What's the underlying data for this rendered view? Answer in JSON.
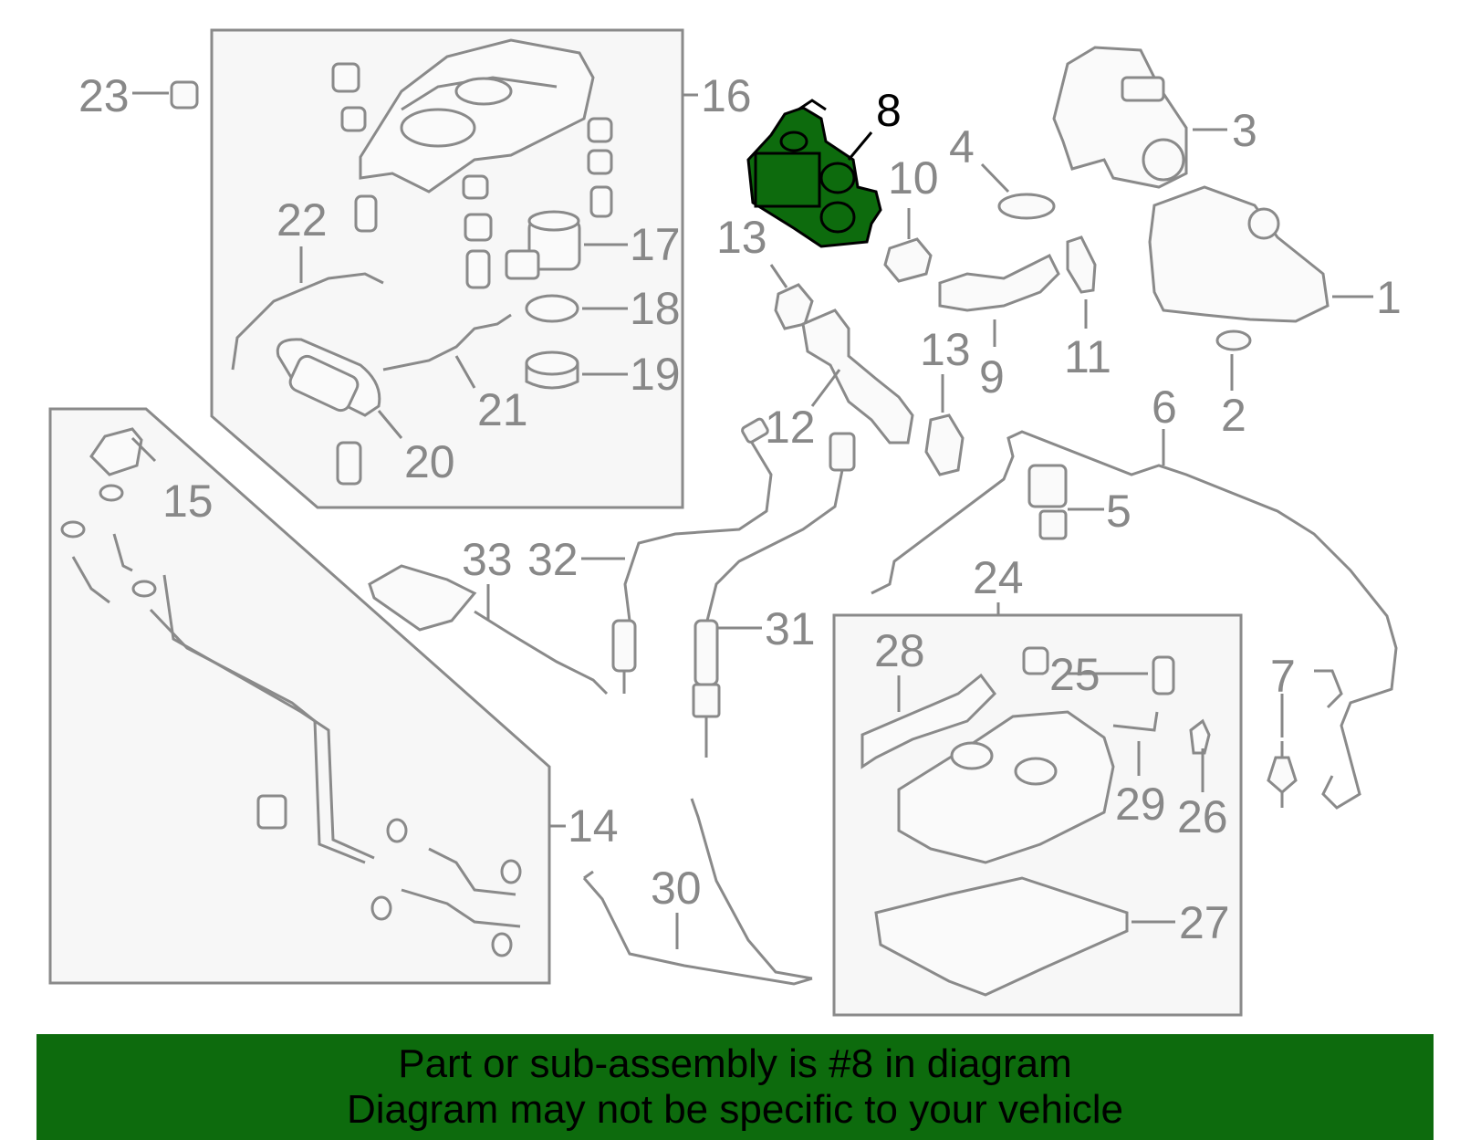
{
  "callouts": [
    "1",
    "2",
    "3",
    "4",
    "5",
    "6",
    "7",
    "8",
    "9",
    "10",
    "11",
    "12",
    "13",
    "13",
    "14",
    "15",
    "16",
    "17",
    "18",
    "19",
    "20",
    "21",
    "22",
    "23",
    "24",
    "25",
    "26",
    "27",
    "28",
    "29",
    "30",
    "31",
    "32",
    "33"
  ],
  "highlight": {
    "label": "8",
    "color": "#0d6b0d"
  },
  "colors": {
    "line": "#8a8a8a",
    "label": "#888888",
    "banner": "#0d6b0d"
  },
  "banner": {
    "line1": "Part or sub-assembly is #8 in diagram",
    "line2": "Diagram may not be specific to your vehicle"
  }
}
